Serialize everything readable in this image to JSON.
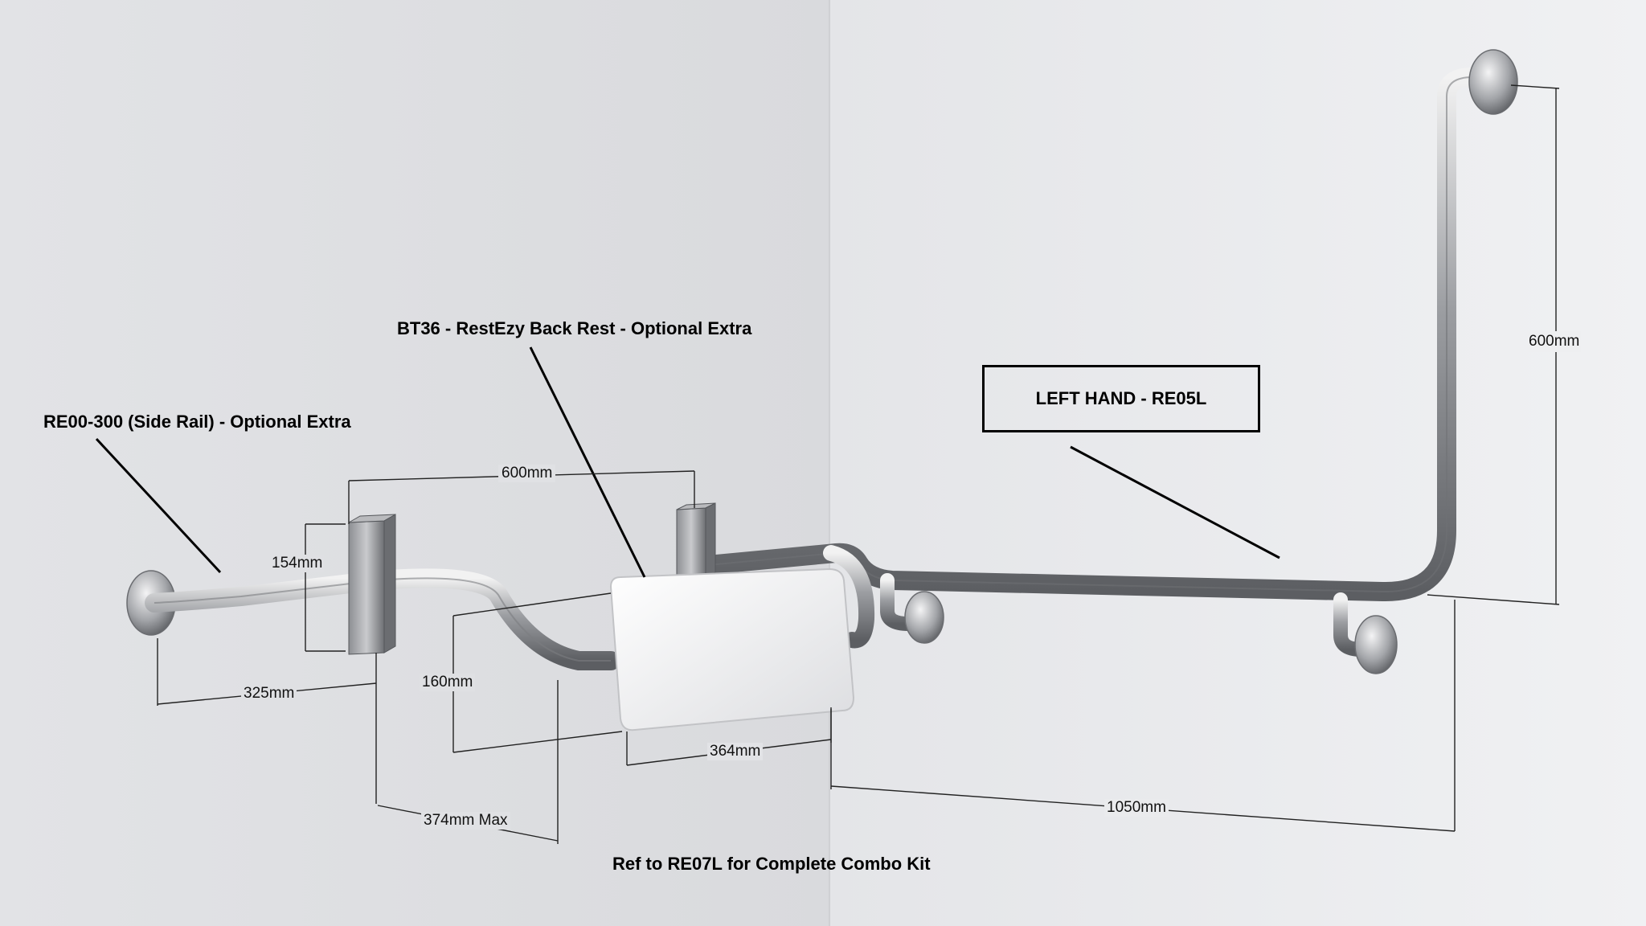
{
  "callouts": {
    "side_rail": "RE00-300 (Side Rail) - Optional Extra",
    "back_rest": "BT36 - RestEzy Back Rest - Optional Extra",
    "model": "LEFT HAND - RE05L",
    "combo_ref": "Ref to RE07L for Complete Combo Kit"
  },
  "dimensions": {
    "flange_spacing": "600mm",
    "vertical_height": "600mm",
    "side_rail_flange_height": "154mm",
    "side_rail_projection": "325mm",
    "back_rest_height": "160mm",
    "back_rest_width": "364mm",
    "back_rest_projection": "374mm Max",
    "horizontal_length": "1050mm"
  }
}
